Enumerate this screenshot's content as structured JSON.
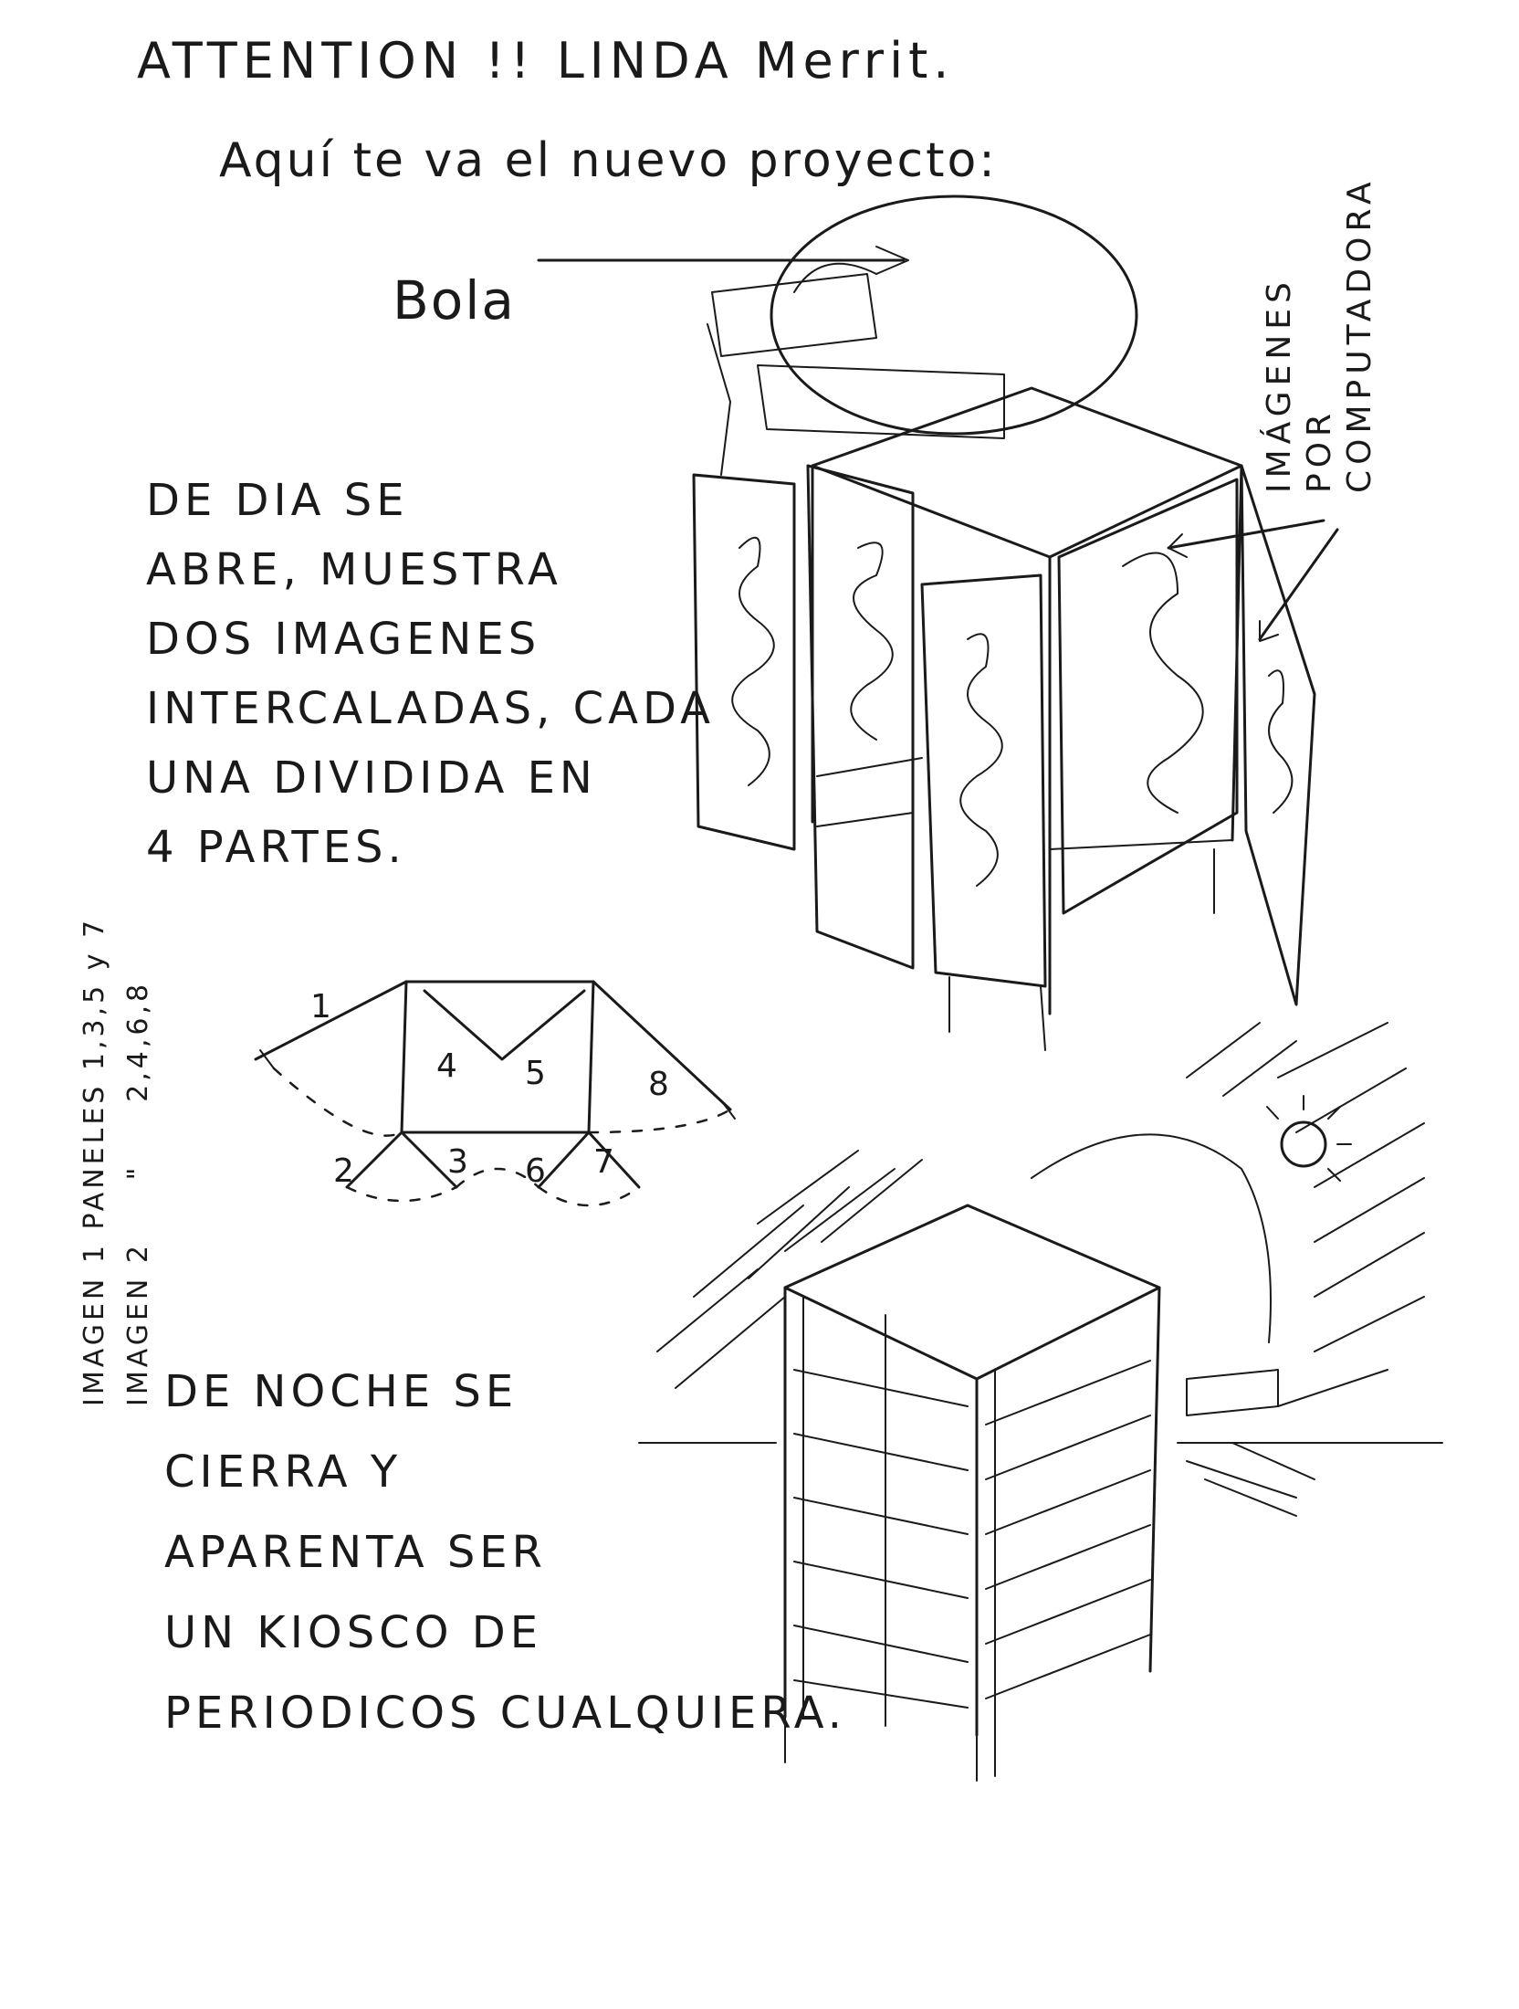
{
  "note": {
    "title": "ATTENTION !! LINDA Merrit.",
    "subtitle": "Aquí te va el nuevo proyecto:",
    "ball_label": "Bola",
    "computer_images_label": "IMÁGENES POR COMPUTADORA",
    "day_description": "DE DIA SE\nABRE, MUESTRA\nDOS IMAGENES\nINTERCALADAS, CADA\nUNA DIVIDIDA EN\n4 PARTES.",
    "night_description": "DE NOCHE SE\nCIERRA Y\nAPARENTA SER\nUN KIOSCO DE\nPERIODICOS CUALQUIERA.",
    "panels_legend": {
      "line1": "IMAGEN 1 PANELES 1,3,5 y 7",
      "line2": "IMAGEN 2     \"     2,4,6,8"
    },
    "panel_numbers": [
      "1",
      "2",
      "3",
      "4",
      "5",
      "6",
      "7",
      "8"
    ]
  }
}
